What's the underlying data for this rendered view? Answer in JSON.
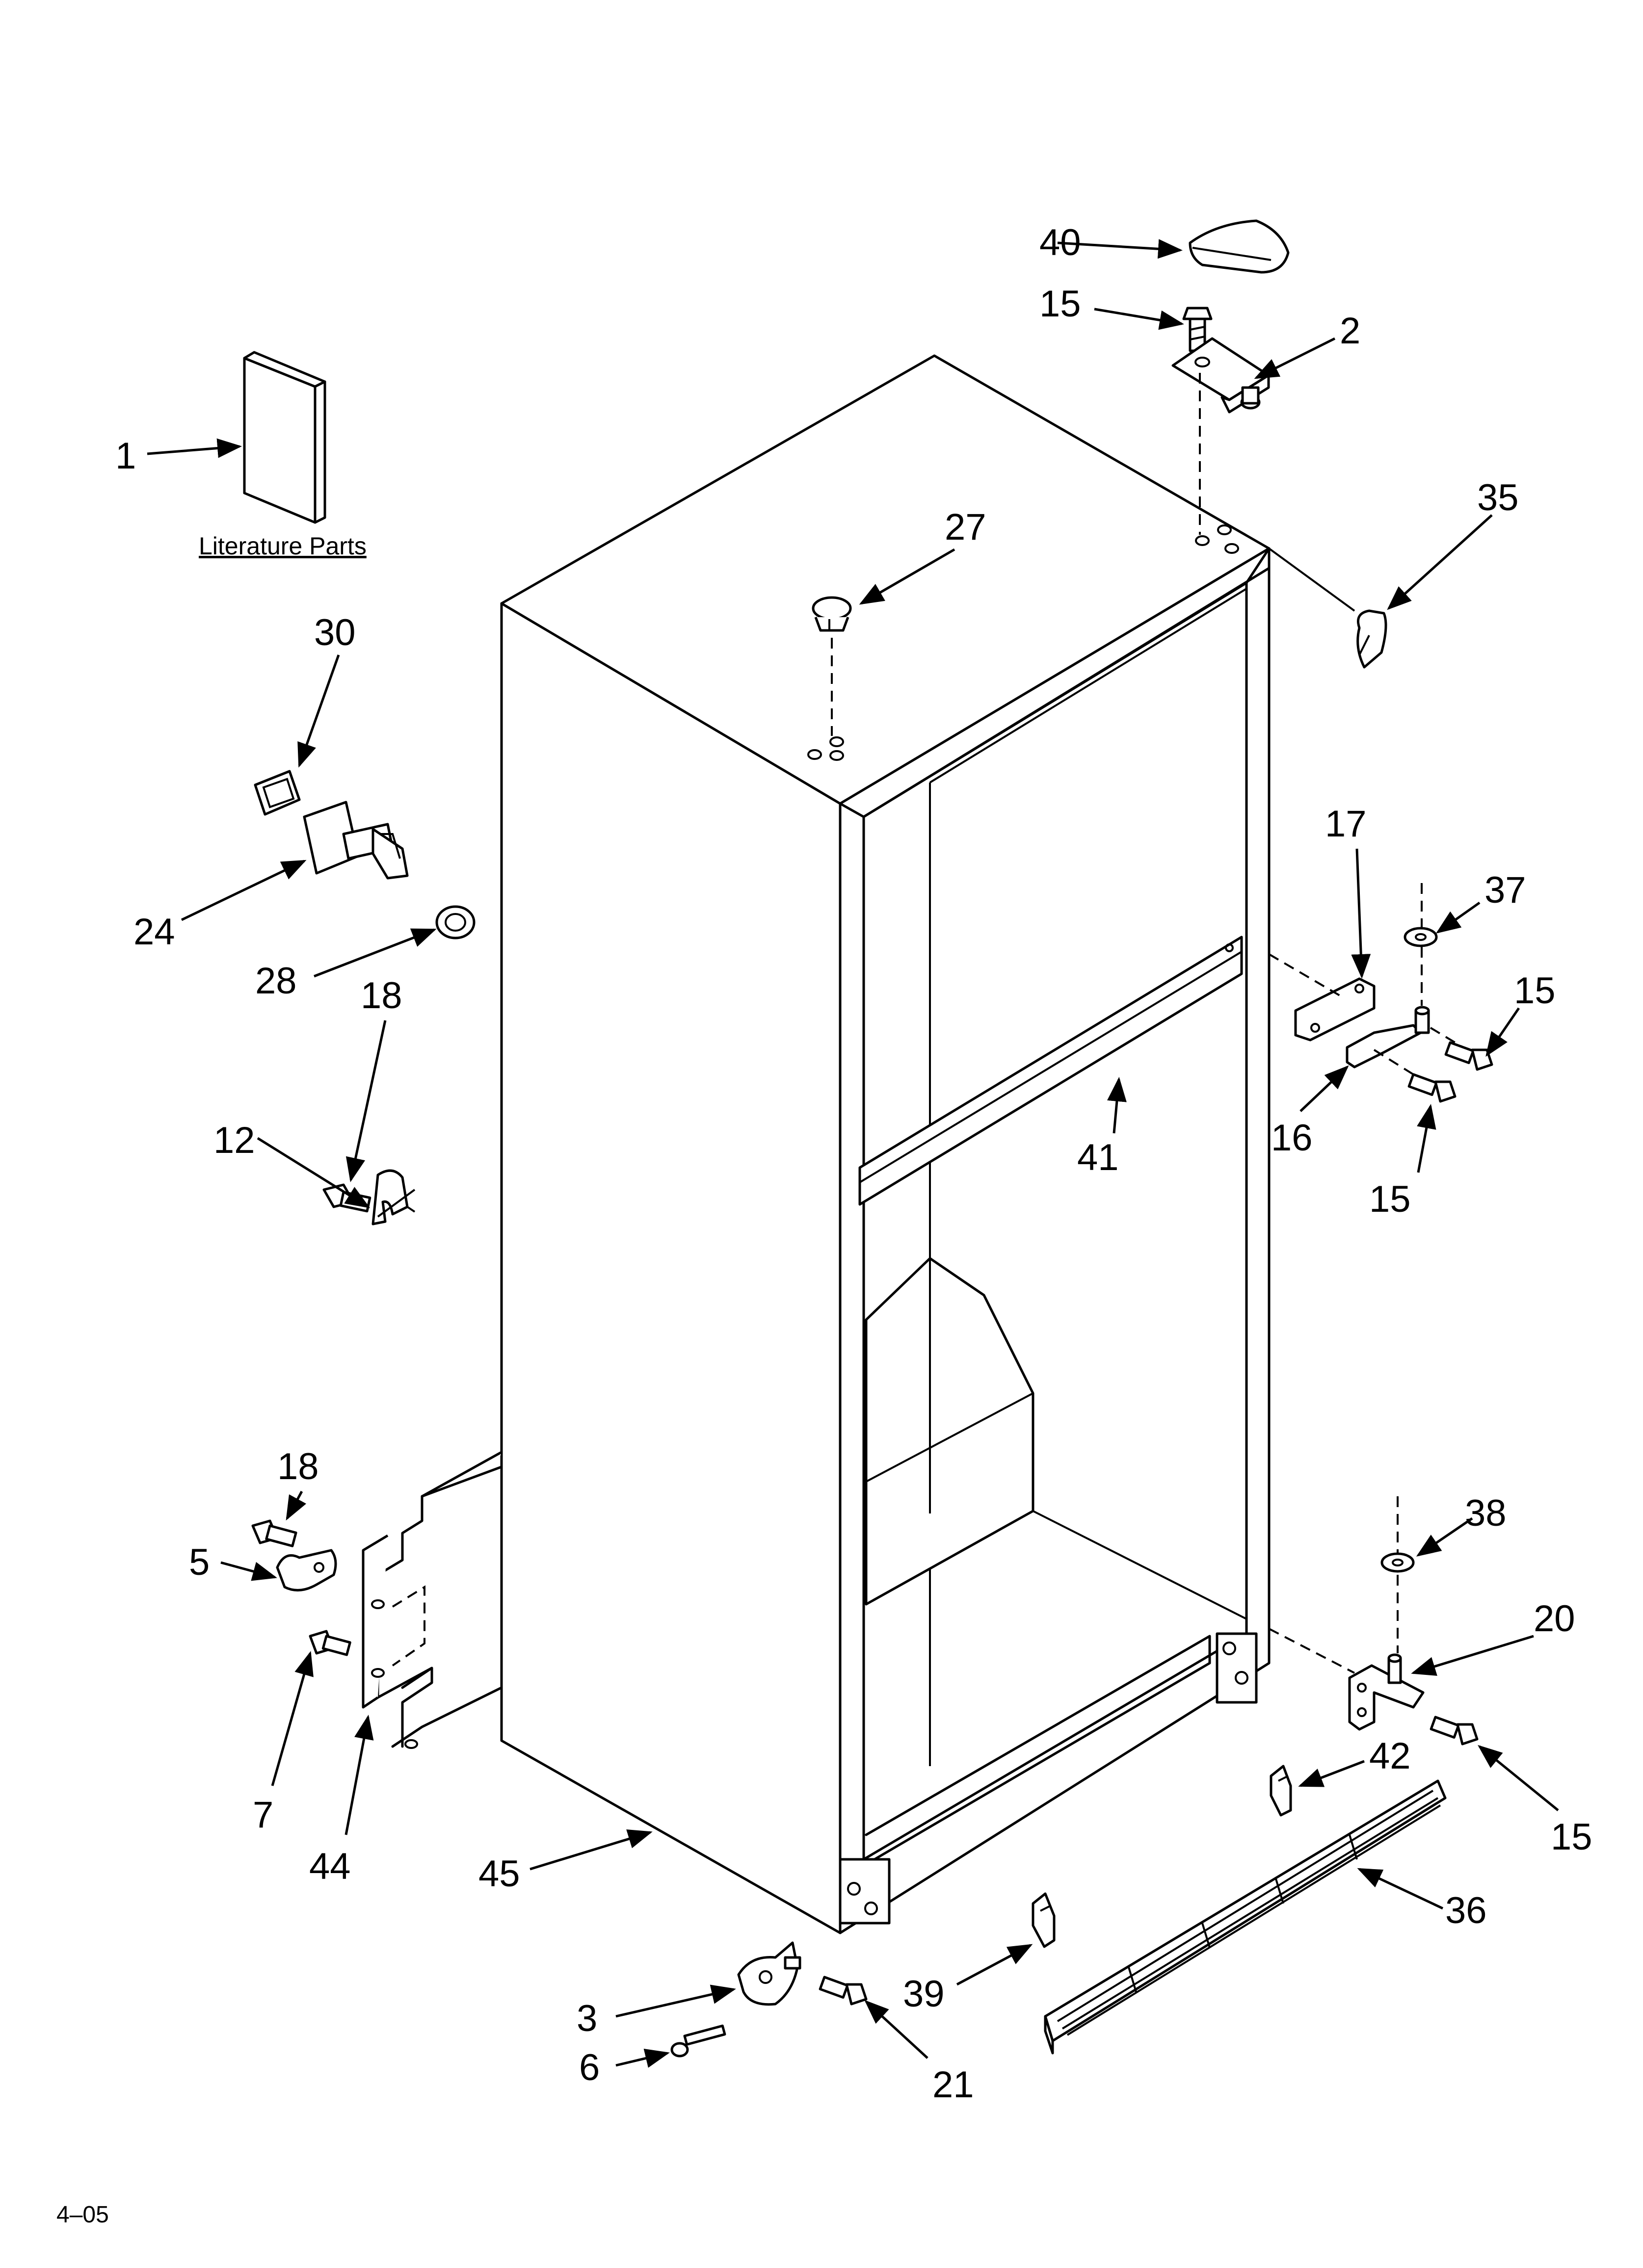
{
  "footer": {
    "date_code": "4–05"
  },
  "literature_label": "Literature Parts",
  "callouts": [
    {
      "id": "c01",
      "text": "1"
    },
    {
      "id": "c02",
      "text": "2"
    },
    {
      "id": "c03",
      "text": "3"
    },
    {
      "id": "c05",
      "text": "5"
    },
    {
      "id": "c06",
      "text": "6"
    },
    {
      "id": "c07",
      "text": "7"
    },
    {
      "id": "c12",
      "text": "12"
    },
    {
      "id": "c15a",
      "text": "15"
    },
    {
      "id": "c15b",
      "text": "15"
    },
    {
      "id": "c15c",
      "text": "15"
    },
    {
      "id": "c15d",
      "text": "15"
    },
    {
      "id": "c16",
      "text": "16"
    },
    {
      "id": "c17",
      "text": "17"
    },
    {
      "id": "c18a",
      "text": "18"
    },
    {
      "id": "c18b",
      "text": "18"
    },
    {
      "id": "c20",
      "text": "20"
    },
    {
      "id": "c21",
      "text": "21"
    },
    {
      "id": "c24",
      "text": "24"
    },
    {
      "id": "c27",
      "text": "27"
    },
    {
      "id": "c28",
      "text": "28"
    },
    {
      "id": "c30",
      "text": "30"
    },
    {
      "id": "c35",
      "text": "35"
    },
    {
      "id": "c36",
      "text": "36"
    },
    {
      "id": "c37",
      "text": "37"
    },
    {
      "id": "c38",
      "text": "38"
    },
    {
      "id": "c39",
      "text": "39"
    },
    {
      "id": "c40",
      "text": "40"
    },
    {
      "id": "c41",
      "text": "41"
    },
    {
      "id": "c42",
      "text": "42"
    },
    {
      "id": "c44",
      "text": "44"
    },
    {
      "id": "c45",
      "text": "45"
    }
  ]
}
